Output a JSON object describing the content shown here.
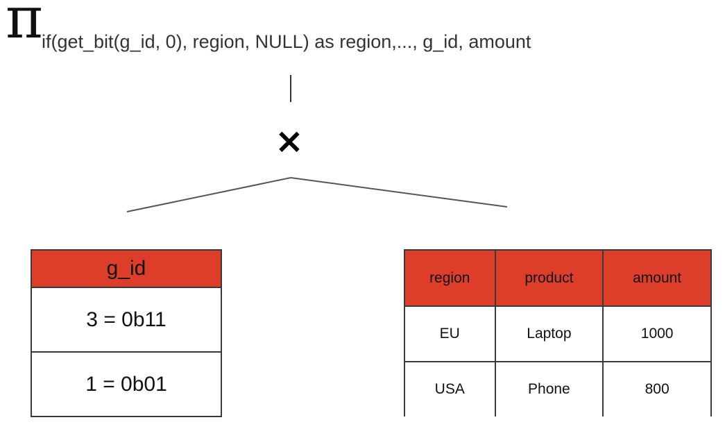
{
  "projection": {
    "symbol": "π",
    "subscript": "if(get_bit(g_id, 0), region, NULL) as region,..., g_id, amount"
  },
  "join": {
    "symbol": "×"
  },
  "gid_table": {
    "header": "g_id",
    "rows": [
      "3 = 0b11",
      "1 = 0b01"
    ]
  },
  "data_table": {
    "headers": [
      "region",
      "product",
      "amount"
    ],
    "rows": [
      [
        "EU",
        "Laptop",
        "1000"
      ],
      [
        "USA",
        "Phone",
        "800"
      ]
    ]
  },
  "colors": {
    "header_fill": "#dd3e29",
    "border": "#3a3a3a"
  }
}
